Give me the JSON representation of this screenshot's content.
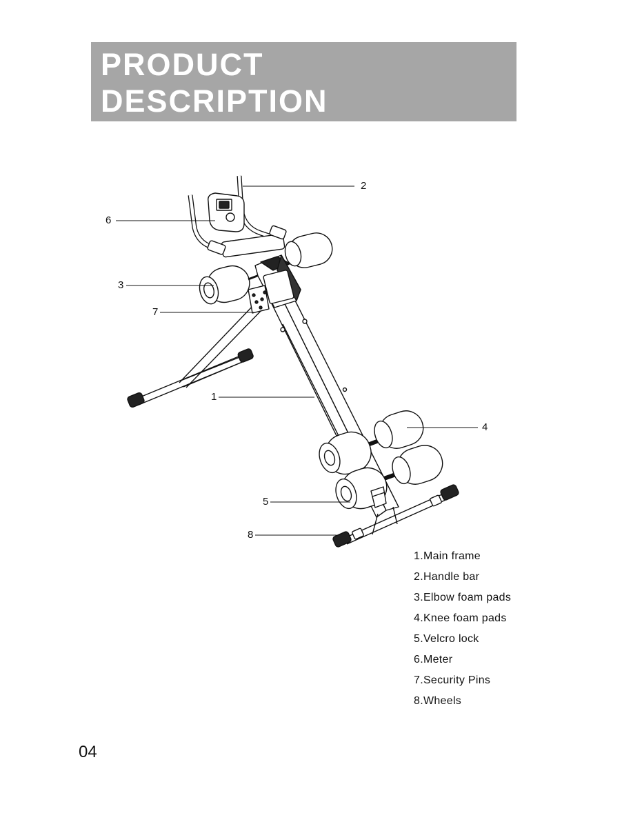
{
  "title": {
    "line1": "PRODUCT",
    "line2": "DESCRIPTION"
  },
  "callouts": [
    {
      "num": "1"
    },
    {
      "num": "2"
    },
    {
      "num": "3"
    },
    {
      "num": "4"
    },
    {
      "num": "5"
    },
    {
      "num": "6"
    },
    {
      "num": "7"
    },
    {
      "num": "8"
    }
  ],
  "legend": [
    {
      "text": "1.Main frame"
    },
    {
      "text": "2.Handle bar"
    },
    {
      "text": "3.Elbow foam pads"
    },
    {
      "text": "4.Knee foam pads"
    },
    {
      "text": "5.Velcro lock"
    },
    {
      "text": "6.Meter"
    },
    {
      "text": "7.Security Pins"
    },
    {
      "text": "8.Wheels"
    }
  ],
  "page_number": "04",
  "colors": {
    "header_bg": "#a6a6a6",
    "header_text": "#ffffff",
    "ink": "#111111"
  }
}
